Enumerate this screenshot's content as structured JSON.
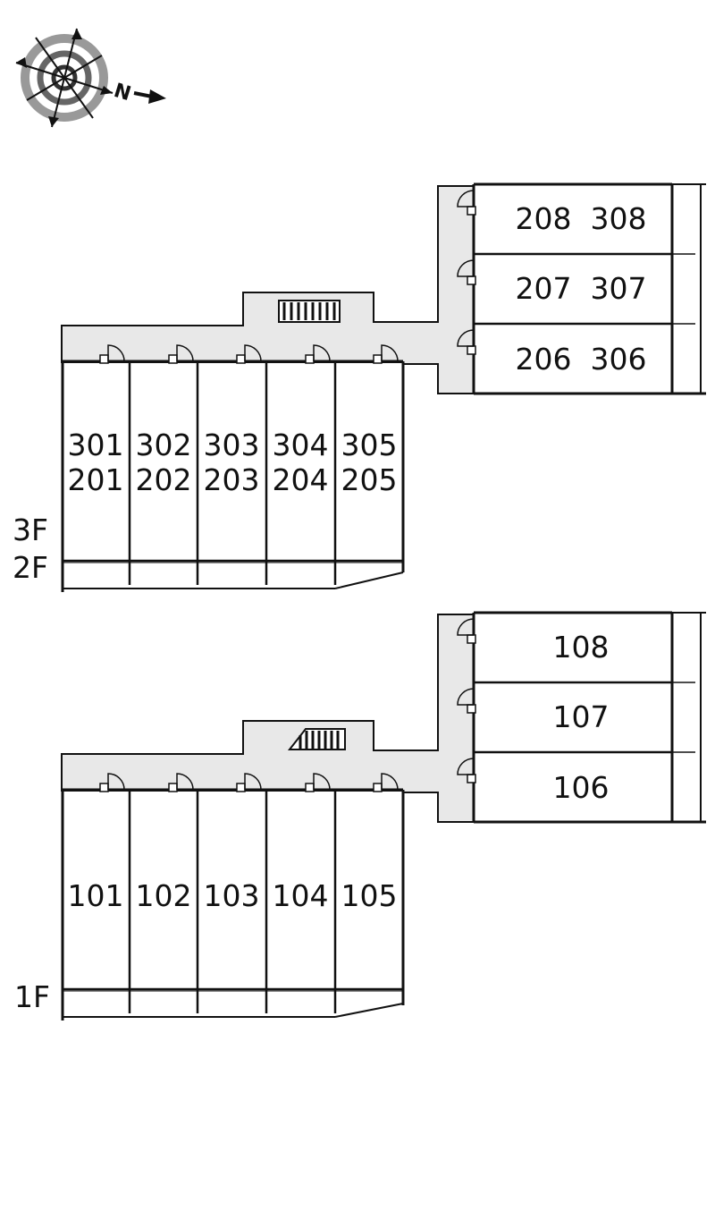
{
  "compass": {
    "north_label": "N",
    "icon": "compass-rose-icon"
  },
  "floors_upper": {
    "floor_labels": [
      "3F",
      "2F"
    ],
    "west_units": [
      {
        "top": "301",
        "bottom": "201"
      },
      {
        "top": "302",
        "bottom": "202"
      },
      {
        "top": "303",
        "bottom": "203"
      },
      {
        "top": "304",
        "bottom": "204"
      },
      {
        "top": "305",
        "bottom": "205"
      }
    ],
    "east_units": [
      "208  308",
      "207  307",
      "206  306"
    ]
  },
  "floor_lower": {
    "floor_label": "1F",
    "west_units": [
      "101",
      "102",
      "103",
      "104",
      "105"
    ],
    "east_units": [
      "108",
      "107",
      "106"
    ]
  },
  "colors": {
    "corridor": "#e8e8e8",
    "wall": "#111111",
    "background": "#ffffff"
  }
}
